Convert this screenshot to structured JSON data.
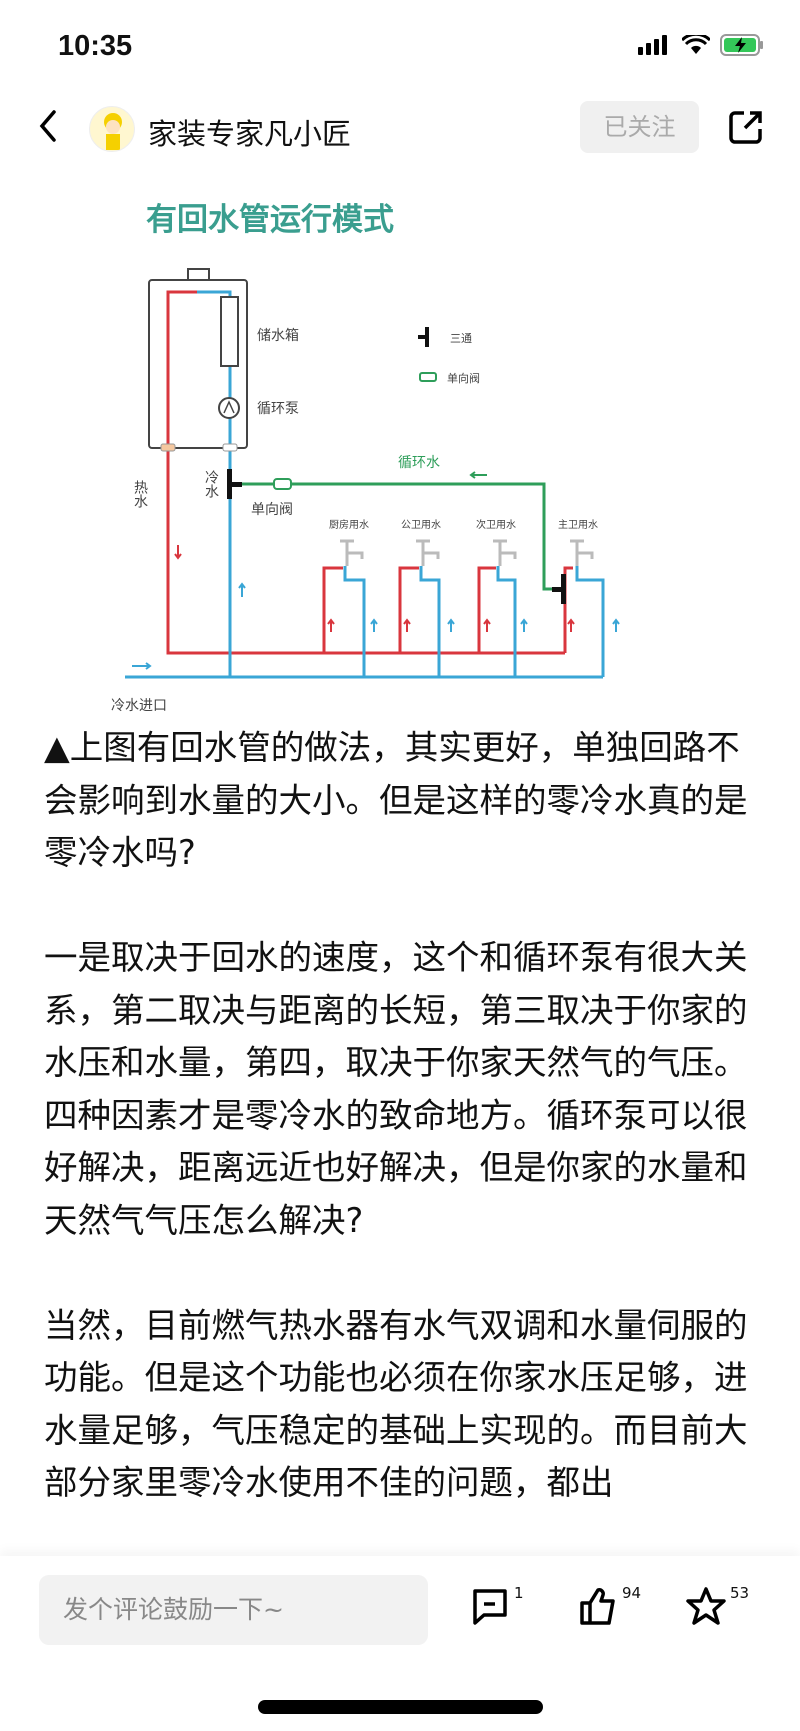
{
  "status_bar": {
    "time": "10:35"
  },
  "nav": {
    "author": "家装专家凡小匠",
    "follow_label": "已关注"
  },
  "diagram": {
    "title": "有回水管运行模式",
    "labels": {
      "tank": "储水箱",
      "pump": "循环泵",
      "hot": "热水",
      "cold": "冷水",
      "legend_tee": "三通",
      "legend_valve": "单向阀",
      "circulation": "循环水",
      "check_valve": "单向阀",
      "kitchen": "厨房用水",
      "public_bath": "公卫用水",
      "second_bath": "次卫用水",
      "master_bath": "主卫用水",
      "inlet": "冷水进口"
    }
  },
  "article": {
    "paragraphs": [
      "▲上图有回水管的做法，其实更好，单独回路不会影响到水量的大小。但是这样的零冷水真的是零冷水吗?",
      "一是取决于回水的速度，这个和循环泵有很大关系，第二取决与距离的长短，第三取决于你家的水压和水量，第四，取决于你家天然气的气压。四种因素才是零冷水的致命地方。循环泵可以很好解决，距离远近也好解决，但是你家的水量和天然气气压怎么解决?",
      "当然，目前燃气热水器有水气双调和水量伺服的功能。但是这个功能也必须在你家水压足够，进水量足够，气压稳定的基础上实现的。而目前大部分家里零冷水使用不佳的问题，都出"
    ]
  },
  "bottom_bar": {
    "comment_placeholder": "发个评论鼓励一下~",
    "comments": "1",
    "likes": "94",
    "favorites": "53"
  },
  "colors": {
    "hot": "#d9363e",
    "cold": "#3aa6d6",
    "circ": "#2e9e5a",
    "title": "#3a9e8f"
  }
}
